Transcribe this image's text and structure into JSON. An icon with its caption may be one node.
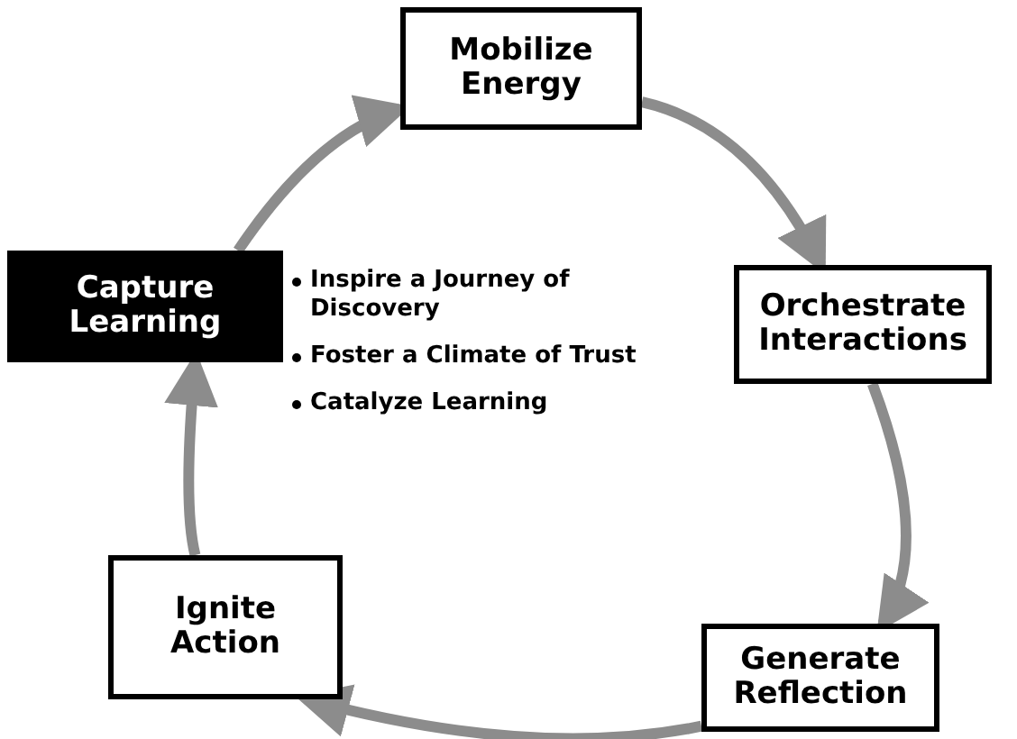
{
  "diagram": {
    "nodes": [
      {
        "text": [
          "Mobilize Energy"
        ]
      },
      {
        "text": [
          "Orchestrate Interactions"
        ]
      },
      {
        "text": [
          "Generate Reflection"
        ]
      },
      {
        "text": [
          "Ignite Action"
        ]
      },
      {
        "text": [
          "Capture Learning"
        ]
      }
    ],
    "edges": [
      {
        "from": 4,
        "to": 0,
        "arrow": "to"
      },
      {
        "from": 0,
        "to": 1,
        "arrow": "to"
      },
      {
        "from": 1,
        "to": 2,
        "arrow": "to"
      },
      {
        "from": 2,
        "to": 3,
        "arrow": "to"
      },
      {
        "from": 3,
        "to": 4,
        "arrow": "to"
      }
    ],
    "labels": [
      "Inspire a Journey of Discovery",
      "Foster a Climate of Trust",
      "Catalyze Learning"
    ]
  }
}
